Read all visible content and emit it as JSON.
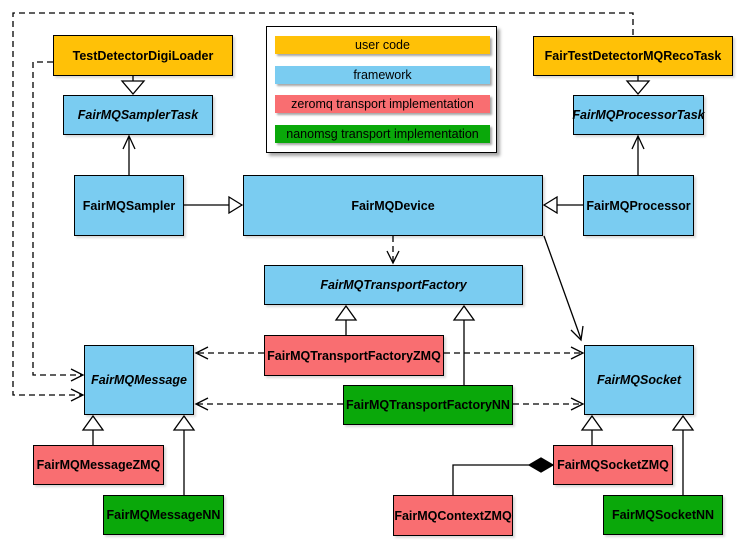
{
  "colors": {
    "user_code": "#FFC107",
    "framework": "#7ACCF1",
    "zeromq": "#F96E71",
    "nanomsg": "#0AA80A"
  },
  "legend": {
    "items": [
      {
        "label": "user code",
        "color": "#FFC107"
      },
      {
        "label": "framework",
        "color": "#7ACCF1"
      },
      {
        "label": "zeromq transport implementation",
        "color": "#F96E71"
      },
      {
        "label": "nanomsg transport implementation",
        "color": "#0AA80A"
      }
    ]
  },
  "nodes": {
    "testDetectorDigiLoader": {
      "label": "TestDetectorDigiLoader",
      "category": "user code",
      "abstract": false
    },
    "fairTestDetectorMQRecoTask": {
      "label": "FairTestDetectorMQRecoTask",
      "category": "user code",
      "abstract": false
    },
    "fairMQSamplerTask": {
      "label": "FairMQSamplerTask",
      "category": "framework",
      "abstract": true
    },
    "fairMQProcessorTask": {
      "label": "FairMQProcessorTask",
      "category": "framework",
      "abstract": true
    },
    "fairMQSampler": {
      "label": "FairMQSampler",
      "category": "framework",
      "abstract": false
    },
    "fairMQDevice": {
      "label": "FairMQDevice",
      "category": "framework",
      "abstract": false
    },
    "fairMQProcessor": {
      "label": "FairMQProcessor",
      "category": "framework",
      "abstract": false
    },
    "fairMQTransportFactory": {
      "label": "FairMQTransportFactory",
      "category": "framework",
      "abstract": true
    },
    "fairMQTransportFactoryZMQ": {
      "label": "FairMQTransportFactoryZMQ",
      "category": "zeromq",
      "abstract": false
    },
    "fairMQTransportFactoryNN": {
      "label": "FairMQTransportFactoryNN",
      "category": "nanomsg",
      "abstract": false
    },
    "fairMQMessage": {
      "label": "FairMQMessage",
      "category": "framework",
      "abstract": true
    },
    "fairMQSocket": {
      "label": "FairMQSocket",
      "category": "framework",
      "abstract": true
    },
    "fairMQMessageZMQ": {
      "label": "FairMQMessageZMQ",
      "category": "zeromq",
      "abstract": false
    },
    "fairMQMessageNN": {
      "label": "FairMQMessageNN",
      "category": "nanomsg",
      "abstract": false
    },
    "fairMQContextZMQ": {
      "label": "FairMQContextZMQ",
      "category": "zeromq",
      "abstract": false
    },
    "fairMQSocketZMQ": {
      "label": "FairMQSocketZMQ",
      "category": "zeromq",
      "abstract": false
    },
    "fairMQSocketNN": {
      "label": "FairMQSocketNN",
      "category": "nanomsg",
      "abstract": false
    }
  },
  "edges": [
    {
      "from": "TestDetectorDigiLoader",
      "to": "FairMQSamplerTask",
      "type": "inheritance"
    },
    {
      "from": "FairTestDetectorMQRecoTask",
      "to": "FairMQProcessorTask",
      "type": "inheritance"
    },
    {
      "from": "FairMQSampler",
      "to": "FairMQDevice",
      "type": "inheritance"
    },
    {
      "from": "FairMQProcessor",
      "to": "FairMQDevice",
      "type": "inheritance"
    },
    {
      "from": "FairMQSampler",
      "to": "FairMQSamplerTask",
      "type": "association"
    },
    {
      "from": "FairMQProcessor",
      "to": "FairMQProcessorTask",
      "type": "association"
    },
    {
      "from": "FairMQDevice",
      "to": "FairMQTransportFactory",
      "type": "dependency"
    },
    {
      "from": "FairMQDevice",
      "to": "FairMQSocket",
      "type": "association"
    },
    {
      "from": "FairMQTransportFactoryZMQ",
      "to": "FairMQTransportFactory",
      "type": "inheritance"
    },
    {
      "from": "FairMQTransportFactoryNN",
      "to": "FairMQTransportFactory",
      "type": "inheritance"
    },
    {
      "from": "FairMQTransportFactoryZMQ",
      "to": "FairMQMessage",
      "type": "dependency"
    },
    {
      "from": "FairMQTransportFactoryZMQ",
      "to": "FairMQSocket",
      "type": "dependency"
    },
    {
      "from": "FairMQTransportFactoryNN",
      "to": "FairMQMessage",
      "type": "dependency"
    },
    {
      "from": "FairMQTransportFactoryNN",
      "to": "FairMQSocket",
      "type": "dependency"
    },
    {
      "from": "TestDetectorDigiLoader",
      "to": "FairMQMessage",
      "type": "dependency"
    },
    {
      "from": "FairTestDetectorMQRecoTask",
      "to": "FairMQMessage",
      "type": "dependency"
    },
    {
      "from": "FairMQMessageZMQ",
      "to": "FairMQMessage",
      "type": "inheritance"
    },
    {
      "from": "FairMQMessageNN",
      "to": "FairMQMessage",
      "type": "inheritance"
    },
    {
      "from": "FairMQSocketZMQ",
      "to": "FairMQSocket",
      "type": "inheritance"
    },
    {
      "from": "FairMQSocketNN",
      "to": "FairMQSocket",
      "type": "inheritance"
    },
    {
      "from": "FairMQContextZMQ",
      "to": "FairMQSocketZMQ",
      "type": "composition"
    }
  ]
}
